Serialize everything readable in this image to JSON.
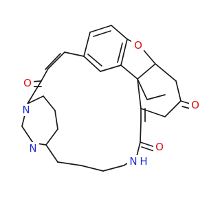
{
  "structure": {
    "name": "",
    "atoms": {
      "o_furan": "O",
      "o_ketone_left": "O",
      "o_ketone_right": "O",
      "o_amide_right": "O",
      "n_piperazine_upper": "N",
      "n_piperazine_lower": "N",
      "n_amide": "N",
      "h_amide": "H"
    },
    "colors": {
      "oxygen": "#e01010",
      "nitrogen": "#1f2fd6",
      "bond": "#1a1a1a"
    }
  }
}
